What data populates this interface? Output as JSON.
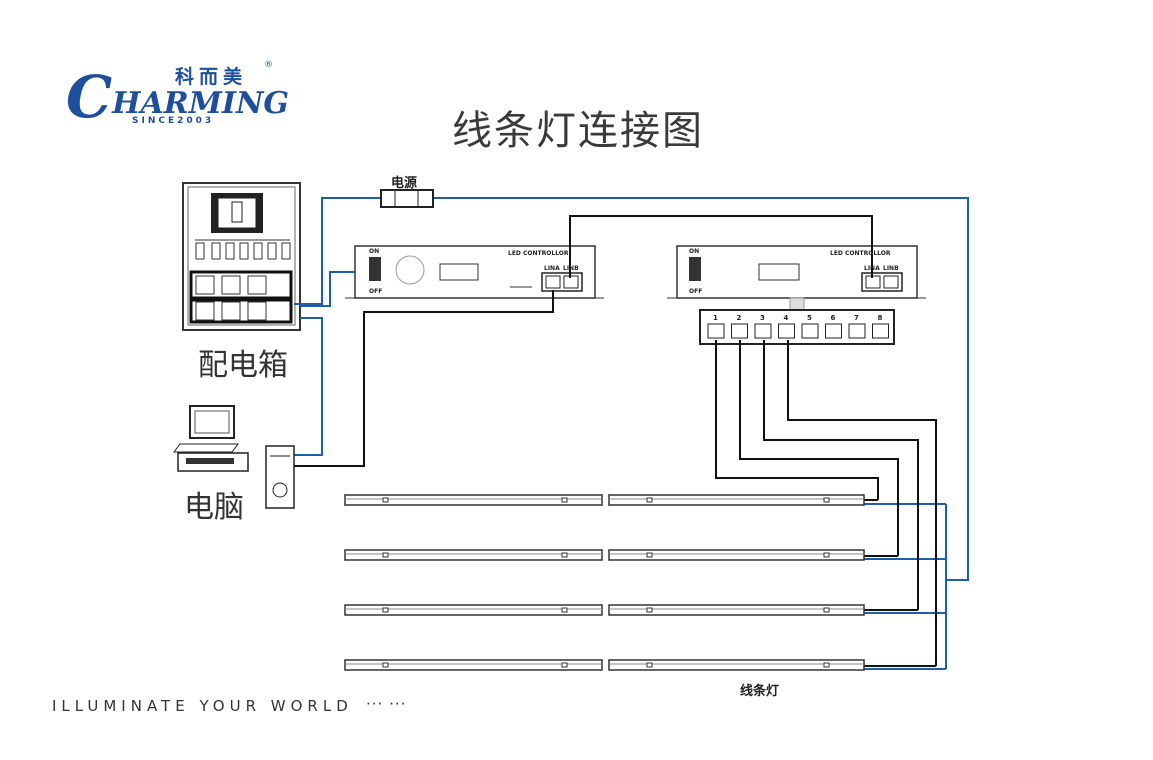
{
  "logo": {
    "brand_cn": "科而美",
    "registered": "®",
    "brand_initial": "C",
    "brand_rest": "HARMING",
    "since": "SINCE2003"
  },
  "title": "线条灯连接图",
  "labels": {
    "power": "电源",
    "distribution_box": "配电箱",
    "computer": "电脑",
    "line_light": "线条灯"
  },
  "controller": {
    "name": "LED CONTROLLOR",
    "on": "ON",
    "off": "OFF",
    "port_a": "LINA",
    "port_b": "LINB"
  },
  "splitter_ports": [
    "1",
    "2",
    "3",
    "4",
    "5",
    "6",
    "7",
    "8"
  ],
  "footer": {
    "slogan": "ILLUMINATE YOUR WORLD",
    "dots": "··· ···"
  },
  "colors": {
    "brand": "#1d4f9c",
    "power_wire": "#1f5fa8",
    "signal_wire": "#111111"
  }
}
